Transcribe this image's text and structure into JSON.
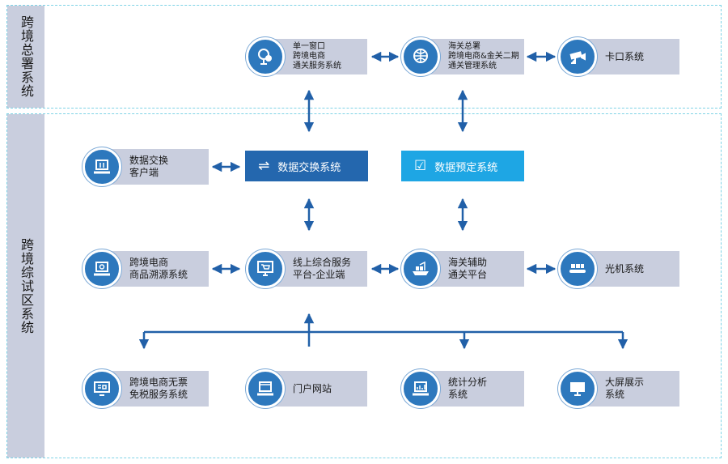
{
  "regions": {
    "top_label": "跨境总署系统",
    "bottom_label": "跨境综试区系统"
  },
  "nodes": {
    "single_window": "单一窗口\n跨境电商\n通关服务系统",
    "customs_hq": "海关总署\n跨境电商&金关二期\n通关管理系统",
    "checkpoint": "卡口系统",
    "exchange_client": "数据交换\n客户端",
    "data_exchange": "数据交换系统",
    "data_booking": "数据预定系统",
    "traceability": "跨境电商\n商品溯源系统",
    "online_service": "线上综合服务\n平台-企业端",
    "customs_aux": "海关辅助\n通关平台",
    "xray": "光机系统",
    "invoice_tax": "跨境电商无票\n免税服务系统",
    "portal": "门户网站",
    "analytics": "统计分析\n系统",
    "big_screen": "大屏展示\n系统"
  },
  "icons": {
    "single_window": "support-agent-icon",
    "customs_hq": "globe-monitor-icon",
    "checkpoint": "cctv-camera-icon",
    "exchange_client": "laptop-exchange-icon",
    "data_exchange": "swap-arrows-icon",
    "data_booking": "checkbox-icon",
    "traceability": "laptop-gear-icon",
    "online_service": "monitor-cart-icon",
    "customs_aux": "cargo-ship-icon",
    "xray": "conveyor-scanner-icon",
    "invoice_tax": "monitor-card-icon",
    "portal": "laptop-browser-icon",
    "analytics": "laptop-chart-icon",
    "big_screen": "monitor-icon"
  },
  "colors": {
    "circle_blue": "#2d78bd",
    "label_grey": "#c9cede",
    "exchange_box": "#2467ae",
    "booking_box": "#1ea6e4",
    "arrow": "#2160a8",
    "dashed_border": "#7fd3e6"
  }
}
